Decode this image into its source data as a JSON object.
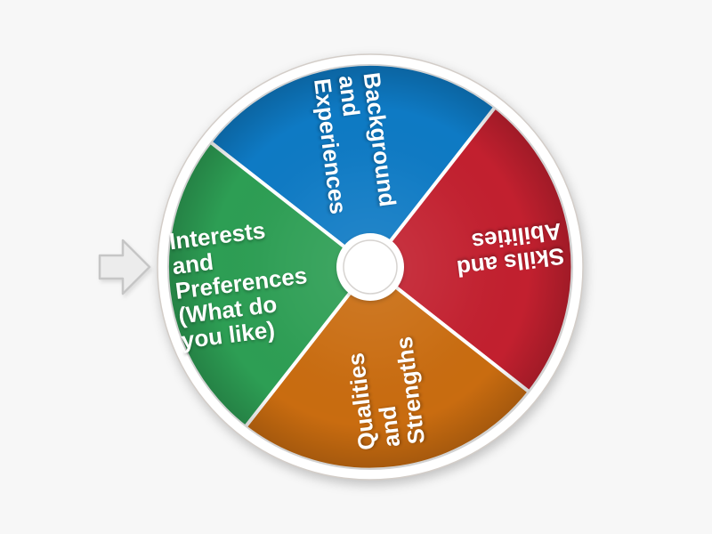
{
  "app": {
    "background_color": "#f7f7f7"
  },
  "pointer": {
    "fill": "#ececec",
    "stroke": "#c6c6c6"
  },
  "wheel": {
    "rim_color": "#ffffff",
    "rim_edge_color": "#d3cdc8",
    "hub_color": "#ffffff",
    "segments": [
      {
        "id": "background-and-experiences",
        "label": "Background\nand\nExperiences",
        "color": "#0e7ac4"
      },
      {
        "id": "skills-and-abilities",
        "label": "Skills and\nAbilities",
        "color": "#c2202f"
      },
      {
        "id": "qualities-and-strengths",
        "label": "Qualities\nand\nStrengths",
        "color": "#c96c10"
      },
      {
        "id": "interests-and-preferences",
        "label": "Interests\nand\nPreferences\n(What do\nyou like)",
        "color": "#2d9e54"
      }
    ]
  }
}
